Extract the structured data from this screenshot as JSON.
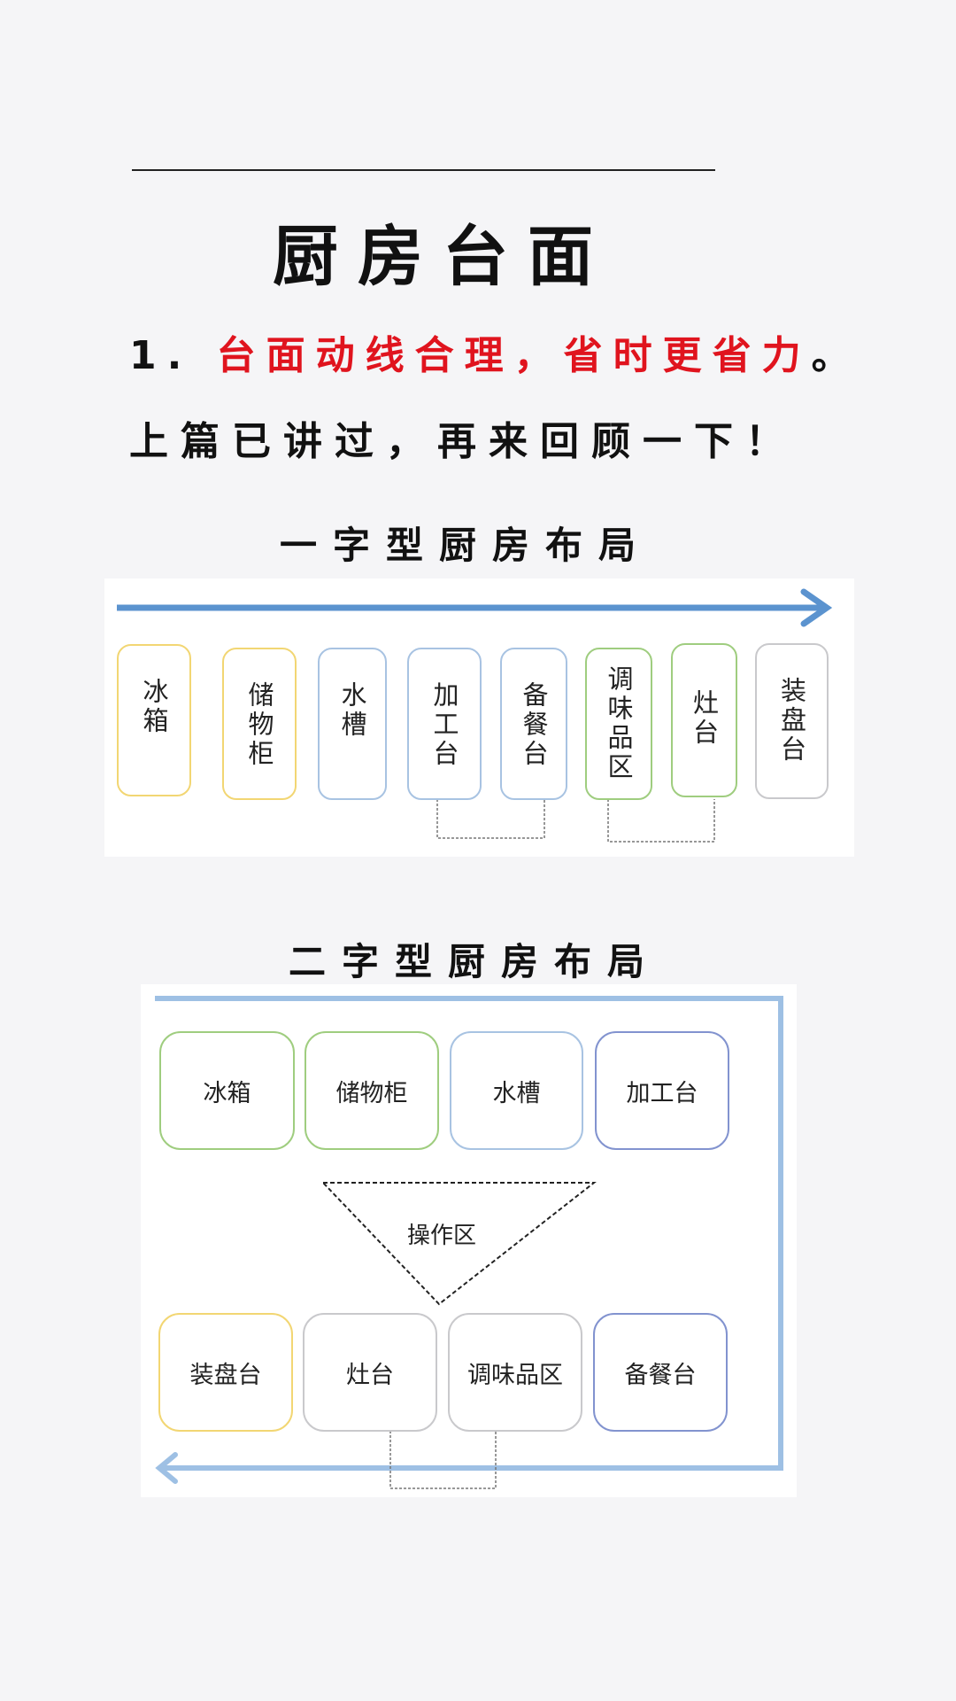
{
  "title": "厨房台面",
  "point1": {
    "number": "1.",
    "highlight": "台面动线合理，省时更省力",
    "end": "。"
  },
  "recap": "上篇已讲过，再来回顾一下！",
  "layout1": {
    "title": "一字型厨房布局",
    "items": [
      "冰箱",
      "储物柜",
      "水槽",
      "加工台",
      "备餐台",
      "调味品区",
      "灶台",
      "装盘台"
    ]
  },
  "layout2": {
    "title": "二字型厨房布局",
    "top_items": [
      "冰箱",
      "储物柜",
      "水槽",
      "加工台"
    ],
    "bottom_items": [
      "装盘台",
      "灶台",
      "调味品区",
      "备餐台"
    ],
    "zone_label": "操作区"
  },
  "colors": {
    "yellow": "#f2d673",
    "blue": "#a8c3e2",
    "green": "#9fcd7f",
    "gray": "#c9c9cc",
    "indigo": "#8293cf",
    "arrow": "#5b93cf",
    "arrow_light": "#9ec0e4",
    "red": "#e0141e"
  }
}
